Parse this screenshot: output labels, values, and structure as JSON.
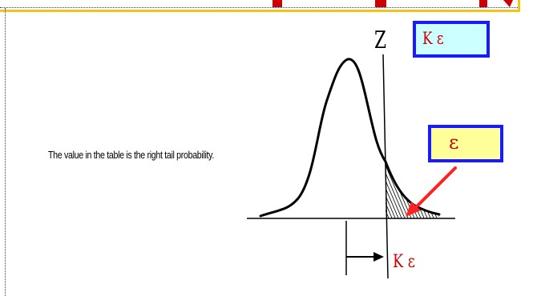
{
  "note": "The value in the table is the right tail probability.",
  "z_label": "Z",
  "k_eps_label": "K ε",
  "eps_label": "ε",
  "colors": {
    "frame_gold": "#f0c419",
    "dotted_blue": "#2a3f9a",
    "box_border": "#1a1aff",
    "k_box_fill": "#ccffff",
    "eps_box_fill": "#ffff99",
    "label_red": "#cc0000",
    "arrow_red": "#ff2222"
  }
}
